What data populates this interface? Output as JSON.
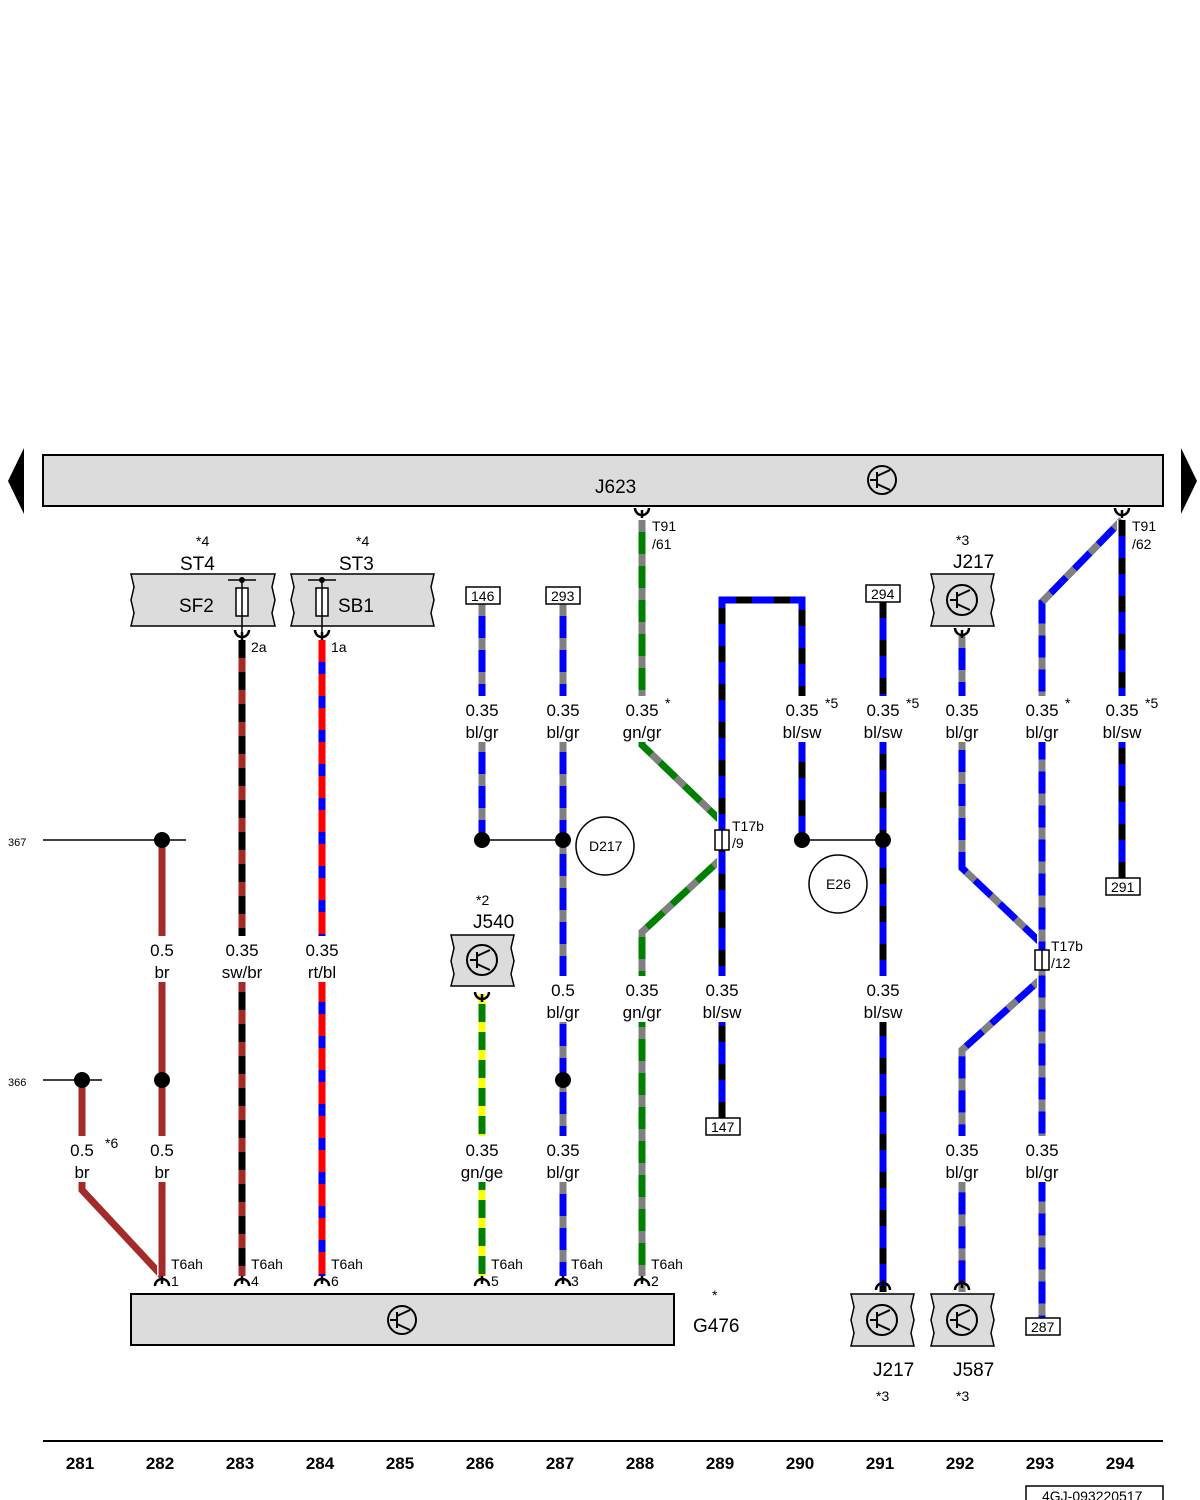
{
  "components": {
    "j623": {
      "label": "J623"
    },
    "g476": {
      "label": "G476",
      "note": "*"
    },
    "j540": {
      "label": "J540",
      "note": "*2"
    },
    "j217_top": {
      "label": "J217",
      "note": "*3"
    },
    "j217_bottom": {
      "label": "J217",
      "note": "*3"
    },
    "j587": {
      "label": "J587",
      "note": "*3"
    },
    "d217": {
      "label": "D217"
    },
    "e26": {
      "label": "E26"
    },
    "fuse_sf2": {
      "label": "SF2",
      "holder": "ST4",
      "note": "*4",
      "pin": "2a"
    },
    "fuse_sb1": {
      "label": "SB1",
      "holder": "ST3",
      "note": "*4",
      "pin": "1a"
    }
  },
  "connectors": {
    "t91_61": {
      "name": "T91",
      "pin": "/61"
    },
    "t91_62": {
      "name": "T91",
      "pin": "/62"
    },
    "t17b_9": {
      "name": "T17b",
      "pin": "/9"
    },
    "t17b_12": {
      "name": "T17b",
      "pin": "/12"
    },
    "t6ah": [
      {
        "name": "T6ah",
        "pin": "1"
      },
      {
        "name": "T6ah",
        "pin": "4"
      },
      {
        "name": "T6ah",
        "pin": "6"
      },
      {
        "name": "T6ah",
        "pin": "5"
      },
      {
        "name": "T6ah",
        "pin": "3"
      },
      {
        "name": "T6ah",
        "pin": "2"
      }
    ]
  },
  "refs": {
    "r146": "146",
    "r293": "293",
    "r294": "294",
    "r147": "147",
    "r291": "291",
    "r287": "287",
    "r367": "367",
    "r366": "366"
  },
  "wires": {
    "w281": {
      "size": "0.5",
      "color": "br",
      "note": "*6"
    },
    "w282a": {
      "size": "0.5",
      "color": "br"
    },
    "w282b": {
      "size": "0.5",
      "color": "br"
    },
    "w283": {
      "size": "0.35",
      "color": "sw/br"
    },
    "w284": {
      "size": "0.35",
      "color": "rt/bl"
    },
    "w286a": {
      "size": "0.35",
      "color": "bl/gr"
    },
    "w286b": {
      "size": "0.35",
      "color": "gn/ge"
    },
    "w287a": {
      "size": "0.35",
      "color": "bl/gr"
    },
    "w287b": {
      "size": "0.5",
      "color": "bl/gr"
    },
    "w287c": {
      "size": "0.35",
      "color": "bl/gr"
    },
    "w288a": {
      "size": "0.35",
      "color": "gn/gr",
      "note": "*"
    },
    "w288b": {
      "size": "0.35",
      "color": "gn/gr"
    },
    "w289": {
      "size": "0.35",
      "color": "bl/sw"
    },
    "w290": {
      "size": "0.35",
      "color": "bl/sw",
      "note": "*5"
    },
    "w291a": {
      "size": "0.35",
      "color": "bl/sw",
      "note": "*5"
    },
    "w291b": {
      "size": "0.35",
      "color": "bl/sw"
    },
    "w292a": {
      "size": "0.35",
      "color": "bl/gr"
    },
    "w292b": {
      "size": "0.35",
      "color": "bl/gr"
    },
    "w293a": {
      "size": "0.35",
      "color": "bl/gr",
      "note": "*"
    },
    "w293b": {
      "size": "0.35",
      "color": "bl/gr"
    },
    "w294": {
      "size": "0.35",
      "color": "bl/sw",
      "note": "*5"
    }
  },
  "axis": [
    "281",
    "282",
    "283",
    "284",
    "285",
    "286",
    "287",
    "288",
    "289",
    "290",
    "291",
    "292",
    "293",
    "294"
  ],
  "footer_code": "4GJ-093220517",
  "colors": {
    "br": "#a52a2a",
    "bl": "#0000ff",
    "gr": "#808080",
    "gn": "#008000",
    "sw": "#000000",
    "rt": "#ff0000",
    "ge": "#ffff00",
    "panel": "#dcdcdc"
  }
}
